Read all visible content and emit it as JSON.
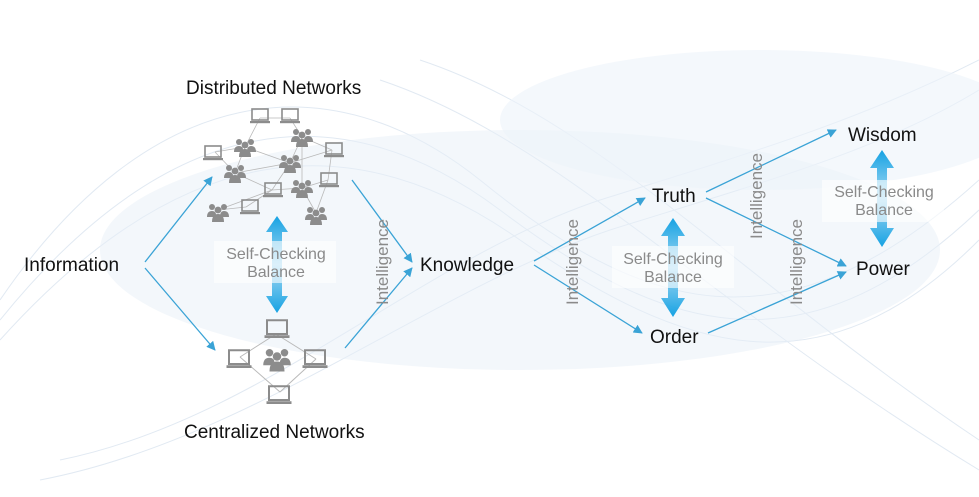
{
  "diagram": {
    "nodes": {
      "information": "Information",
      "distributed": "Distributed Networks",
      "centralized": "Centralized Networks",
      "knowledge": "Knowledge",
      "truth": "Truth",
      "order": "Order",
      "wisdom": "Wisdom",
      "power": "Power"
    },
    "balance": {
      "line1": "Self-Checking",
      "line2": "Balance"
    },
    "intelligence": "Intelligence"
  },
  "colors": {
    "arrow": "#3aa3d6",
    "balance_arrow": "#16a2e3",
    "device": "#8c8c8c",
    "text": "#111111",
    "muted_text": "#8a8a8a"
  },
  "icons": {
    "computer": "laptop-icon",
    "people": "people-group-icon"
  }
}
